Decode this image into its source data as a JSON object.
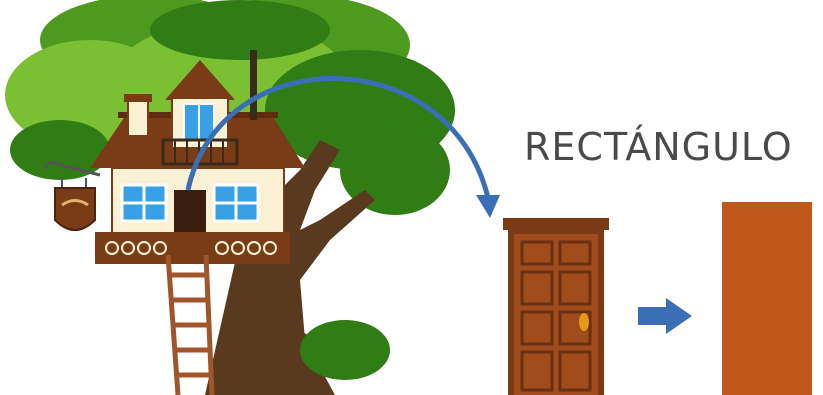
{
  "figure": {
    "label": "RECTÁNGULO"
  },
  "colors": {
    "foliage_dark": "#2f7d14",
    "foliage_mid": "#4e9a1f",
    "foliage_light": "#7bbf32",
    "trunk": "#5a3a1e",
    "roof": "#7a3b17",
    "wall": "#fbf1d4",
    "window": "#3aa0e6",
    "door_frame": "#7a3b14",
    "door_panel": "#a14c1c",
    "knob": "#e59a1a",
    "arrow": "#3a6fb6",
    "rectangle": "#c0571a",
    "text": "#4a4a4a"
  },
  "icons": [
    "treehouse-illustration",
    "curved-arrow-icon",
    "door-icon",
    "right-arrow-icon",
    "rectangle-shape"
  ]
}
